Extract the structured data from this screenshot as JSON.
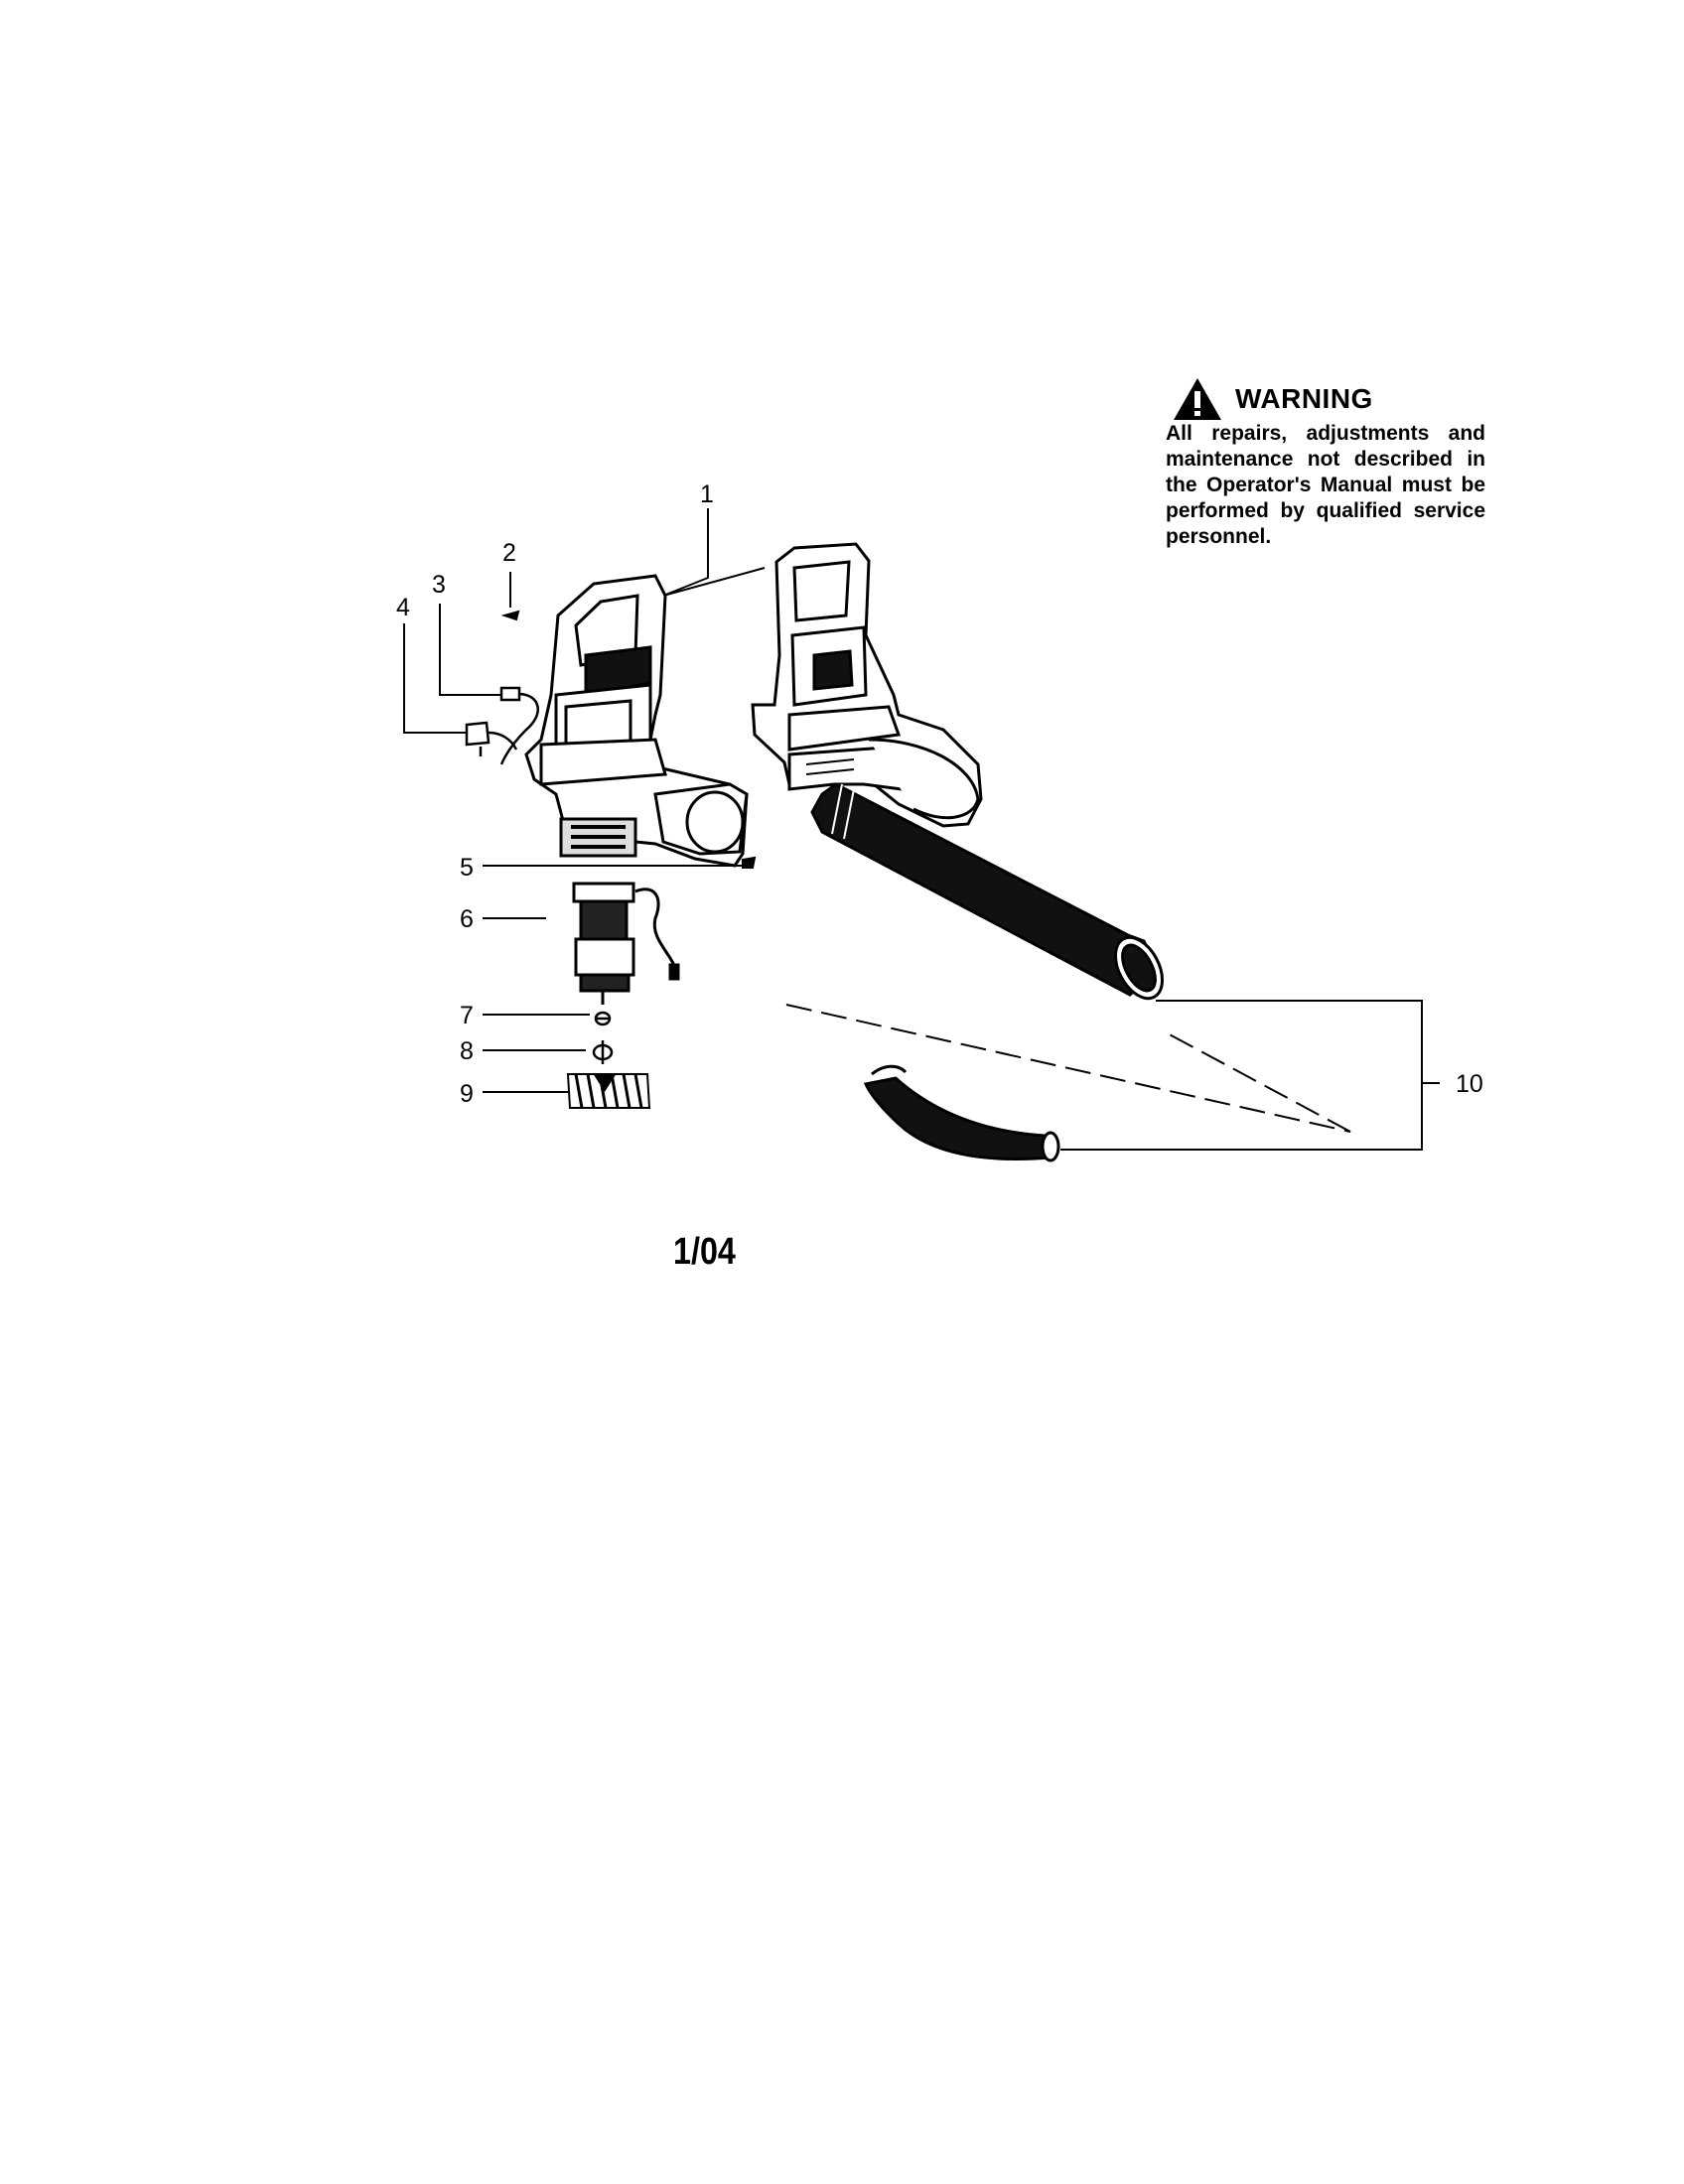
{
  "warning": {
    "title": "WARNING",
    "body": "All repairs, adjustments and maintenance not described in the Operator's Manual must be performed by qualified service personnel.",
    "icon": "warning-triangle-icon"
  },
  "date_code": "1/04",
  "callouts": [
    {
      "number": "1",
      "part": "housing halves"
    },
    {
      "number": "2",
      "part": "screw"
    },
    {
      "number": "3",
      "part": "cord"
    },
    {
      "number": "4",
      "part": "plug"
    },
    {
      "number": "5",
      "part": "screw"
    },
    {
      "number": "6",
      "part": "motor"
    },
    {
      "number": "7",
      "part": "nut"
    },
    {
      "number": "8",
      "part": "washer"
    },
    {
      "number": "9",
      "part": "fan impeller"
    },
    {
      "number": "10",
      "part": "blower tubes"
    }
  ]
}
